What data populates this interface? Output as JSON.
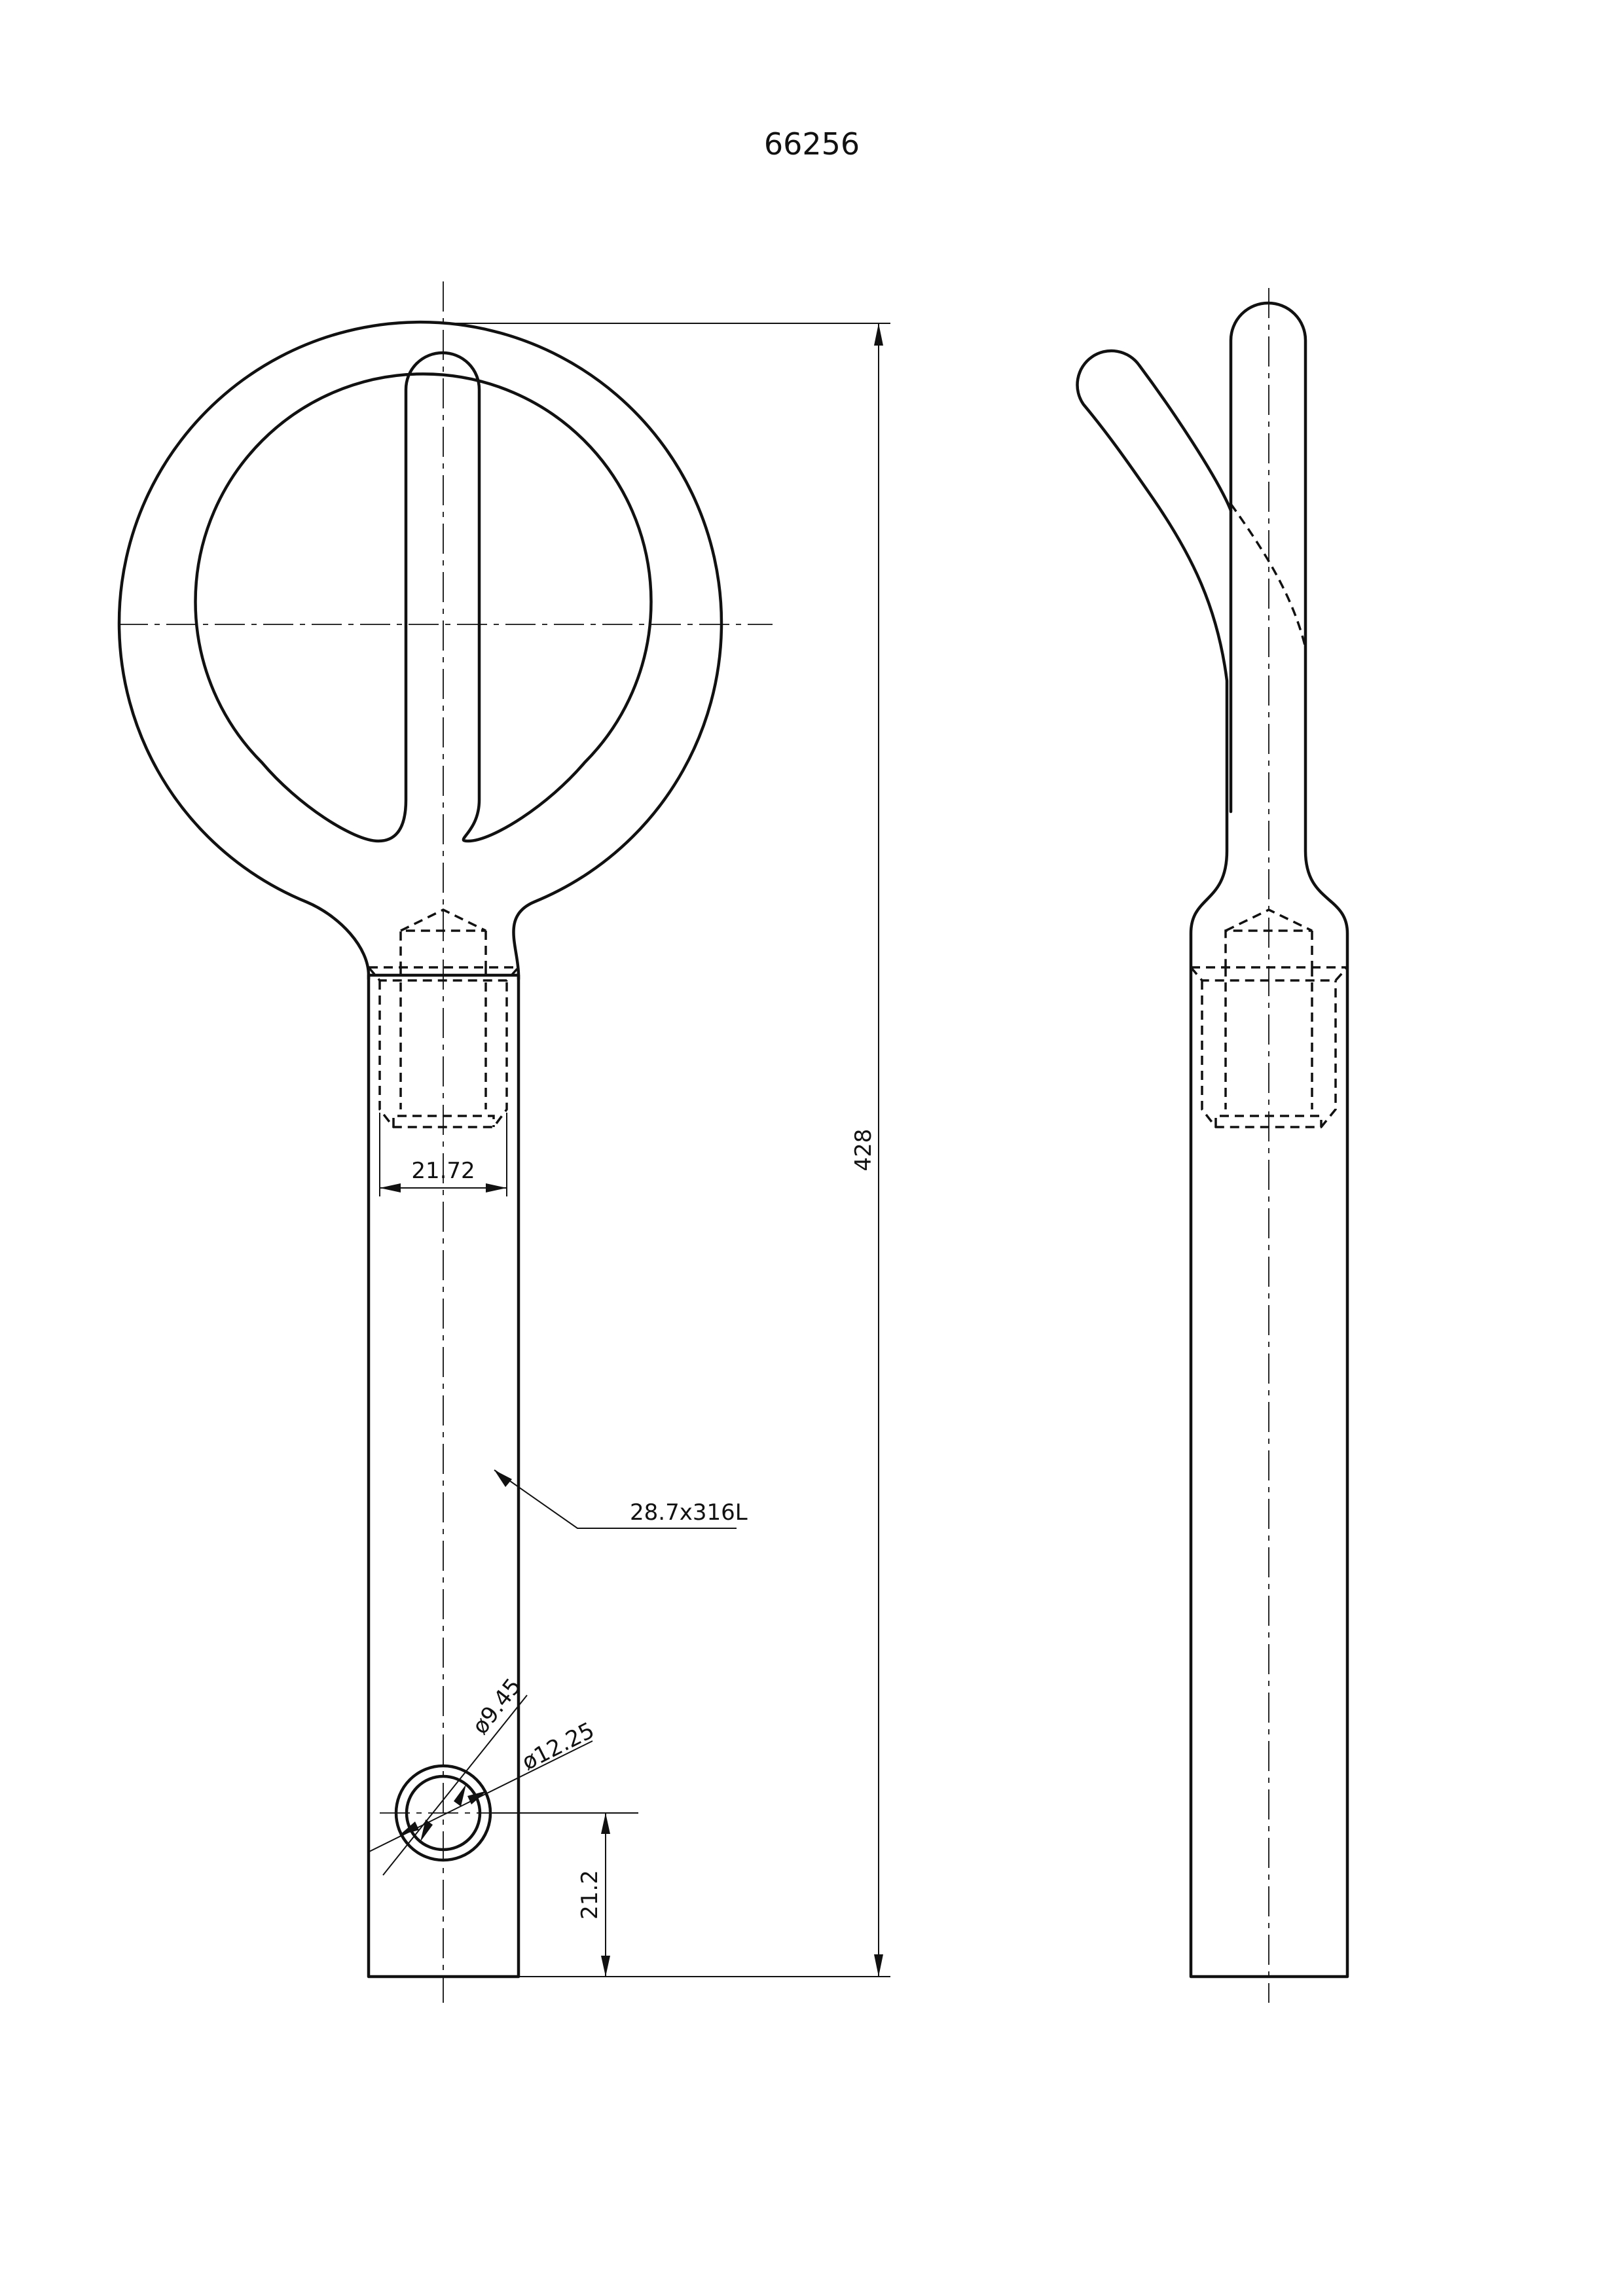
{
  "drawing_title": "66256",
  "dimensions": {
    "overall_length": "428",
    "thread_width": "21.72",
    "bar_callout": "28.7x316L",
    "hole_inner_diameter": "ø9.45",
    "hole_outer_diameter": "ø12.25",
    "hole_offset": "21.2"
  }
}
